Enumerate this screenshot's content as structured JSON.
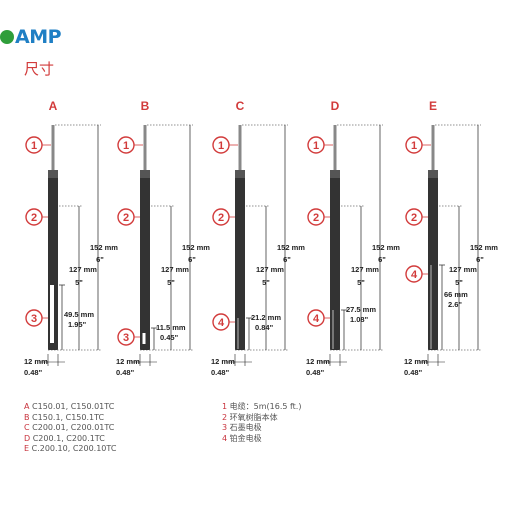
{
  "brand": {
    "name": "AMP",
    "color": "#1f7fc4",
    "mark_color": "#2f9e3a"
  },
  "title": "尺寸",
  "colors": {
    "callout": "#d23b3b",
    "body": "#333333",
    "dim": "#222222"
  },
  "models": [
    {
      "letter": "A",
      "tip_label": "3",
      "dims": {
        "total": "152 mm",
        "total_in": "6\"",
        "body": "127 mm",
        "body_in": "5\"",
        "tip": "49.5 mm",
        "tip_in": "1.95\"",
        "dia": "12 mm",
        "dia_in": "0.48\""
      }
    },
    {
      "letter": "B",
      "tip_label": "3",
      "dims": {
        "total": "152 mm",
        "total_in": "6\"",
        "body": "127 mm",
        "body_in": "5\"",
        "tip": "11.5 mm",
        "tip_in": "0.45\"",
        "dia": "12 mm",
        "dia_in": "0.48\""
      }
    },
    {
      "letter": "C",
      "tip_label": "4",
      "dims": {
        "total": "152 mm",
        "total_in": "6\"",
        "body": "127 mm",
        "body_in": "5\"",
        "tip": "21.2 mm",
        "tip_in": "0.84\"",
        "dia": "12 mm",
        "dia_in": "0.48\""
      }
    },
    {
      "letter": "D",
      "tip_label": "4",
      "dims": {
        "total": "152 mm",
        "total_in": "6\"",
        "body": "127 mm",
        "body_in": "5\"",
        "tip": "27.5 mm",
        "tip_in": "1.08\"",
        "dia": "12 mm",
        "dia_in": "0.48\""
      }
    },
    {
      "letter": "E",
      "tip_label": "4",
      "dims": {
        "total": "152 mm",
        "total_in": "6\"",
        "body": "127 mm",
        "body_in": "5\"",
        "tip": "66 mm",
        "tip_in": "2.6\"",
        "dia": "12 mm",
        "dia_in": "0.48\""
      }
    }
  ],
  "callouts": {
    "one": "1",
    "two": "2"
  },
  "models_legend": [
    {
      "letter": "A",
      "text": "C150.01, C150.01TC"
    },
    {
      "letter": "B",
      "text": "C150.1, C150.1TC"
    },
    {
      "letter": "C",
      "text": "C200.01, C200.01TC"
    },
    {
      "letter": "D",
      "text": "C200.1, C200.1TC"
    },
    {
      "letter": "E",
      "text": "C.200.10, C200.10TC"
    }
  ],
  "parts_legend": [
    {
      "num": "1",
      "text": "电缆：5m(16.5 ft.)"
    },
    {
      "num": "2",
      "text": "环氧树脂本体"
    },
    {
      "num": "3",
      "text": "石墨电极"
    },
    {
      "num": "4",
      "text": "铂金电极"
    }
  ]
}
